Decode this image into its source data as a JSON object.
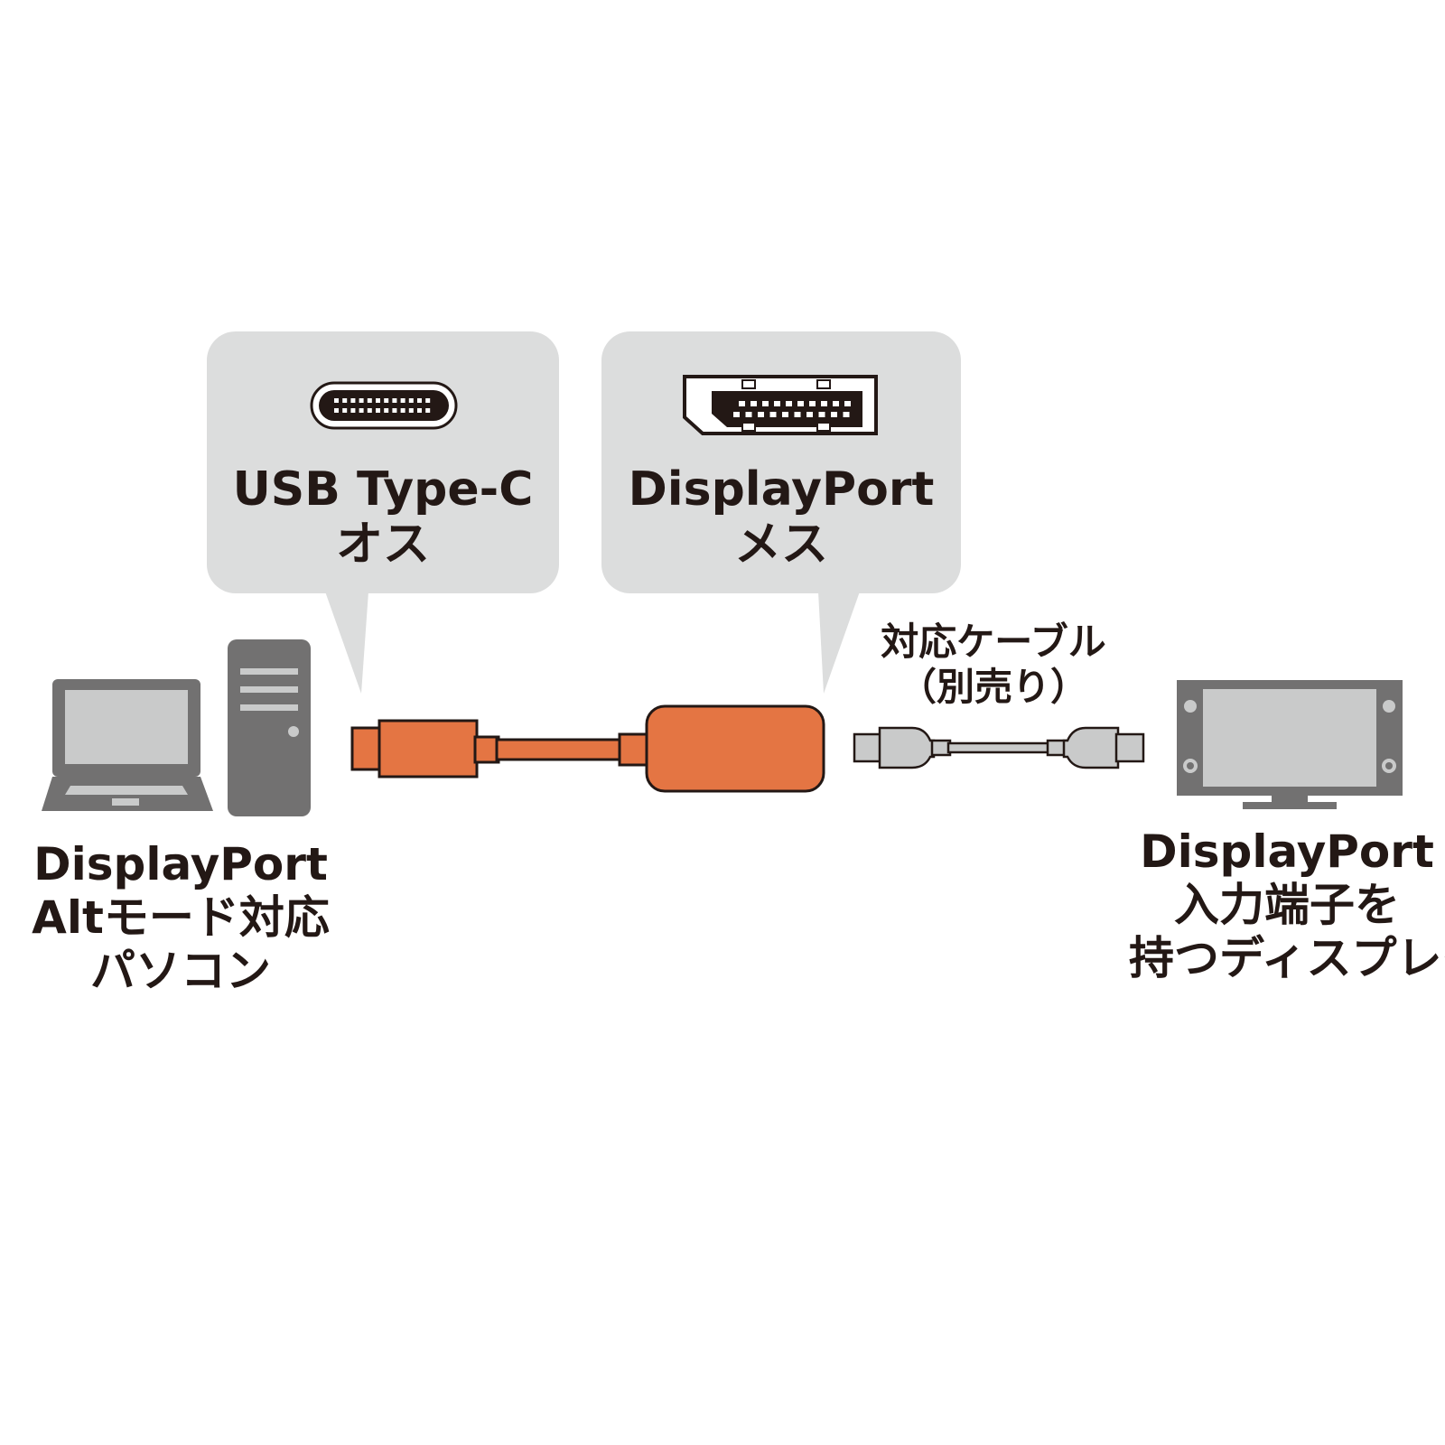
{
  "bubbles": {
    "usb": {
      "line1": "USB Type-C",
      "line2": "オス",
      "icon": "usb-c-port-icon"
    },
    "dp": {
      "line1": "DisplayPort",
      "line2": "メス",
      "icon": "displayport-port-icon"
    }
  },
  "cable_note": {
    "line1": "対応ケーブル",
    "line2": "（別売り）"
  },
  "pc_label": {
    "line1": "DisplayPort",
    "line2": "Altモード対応",
    "line3": "パソコン"
  },
  "display_label": {
    "line1": "DisplayPort",
    "line2": "入力端子を",
    "line3": "持つディスプレイ"
  },
  "colors": {
    "bubble": "#dcdddd",
    "adapter": "#e47543",
    "device_gray": "#727171",
    "screen_gray": "#c9caca",
    "outline": "#231815",
    "cable_gray": "#c9caca"
  }
}
